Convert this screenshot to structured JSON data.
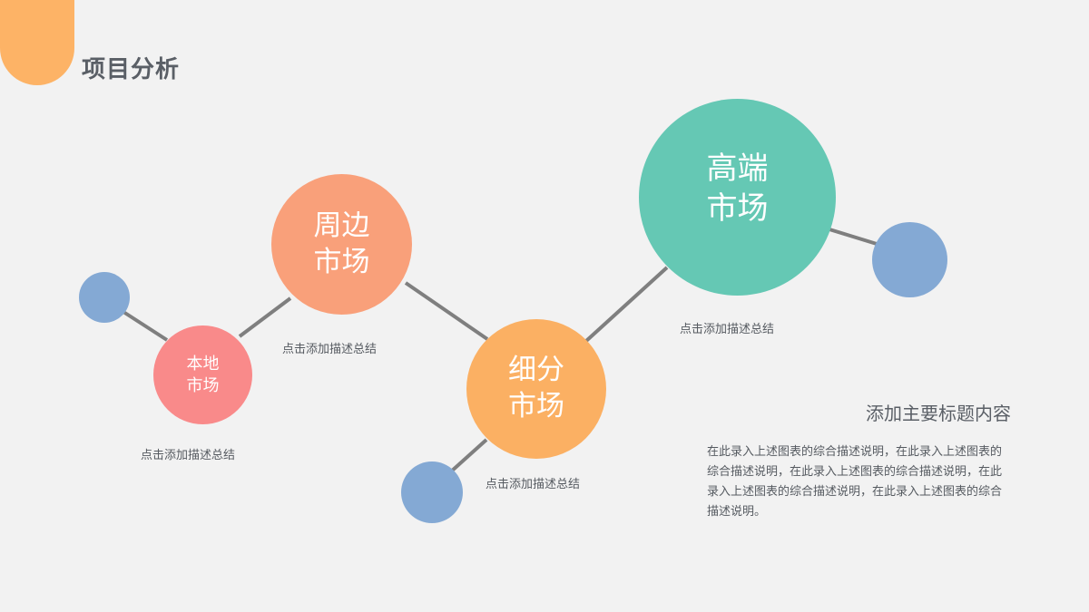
{
  "header": {
    "title": "项目分析",
    "accent_color": "#fdb366"
  },
  "diagram": {
    "line_color": "#7f7f7f",
    "nodes": [
      {
        "id": "local",
        "line1": "本地",
        "line2": "市场",
        "color": "#f98a8a",
        "caption": "点击添加描述总结"
      },
      {
        "id": "surrounding",
        "line1": "周边",
        "line2": "市场",
        "color": "#f9a07a",
        "caption": "点击添加描述总结"
      },
      {
        "id": "segment",
        "line1": "细分",
        "line2": "市场",
        "color": "#fbb063",
        "caption": "点击添加描述总结"
      },
      {
        "id": "premium",
        "line1": "高端",
        "line2": "市场",
        "color": "#65c8b4",
        "caption": "点击添加描述总结"
      }
    ],
    "satellite_color": "#84a9d4"
  },
  "side_panel": {
    "title": "添加主要标题内容",
    "body": "在此录入上述图表的综合描述说明，在此录入上述图表的综合描述说明，在此录入上述图表的综合描述说明，在此录入上述图表的综合描述说明，在此录入上述图表的综合描述说明。"
  }
}
